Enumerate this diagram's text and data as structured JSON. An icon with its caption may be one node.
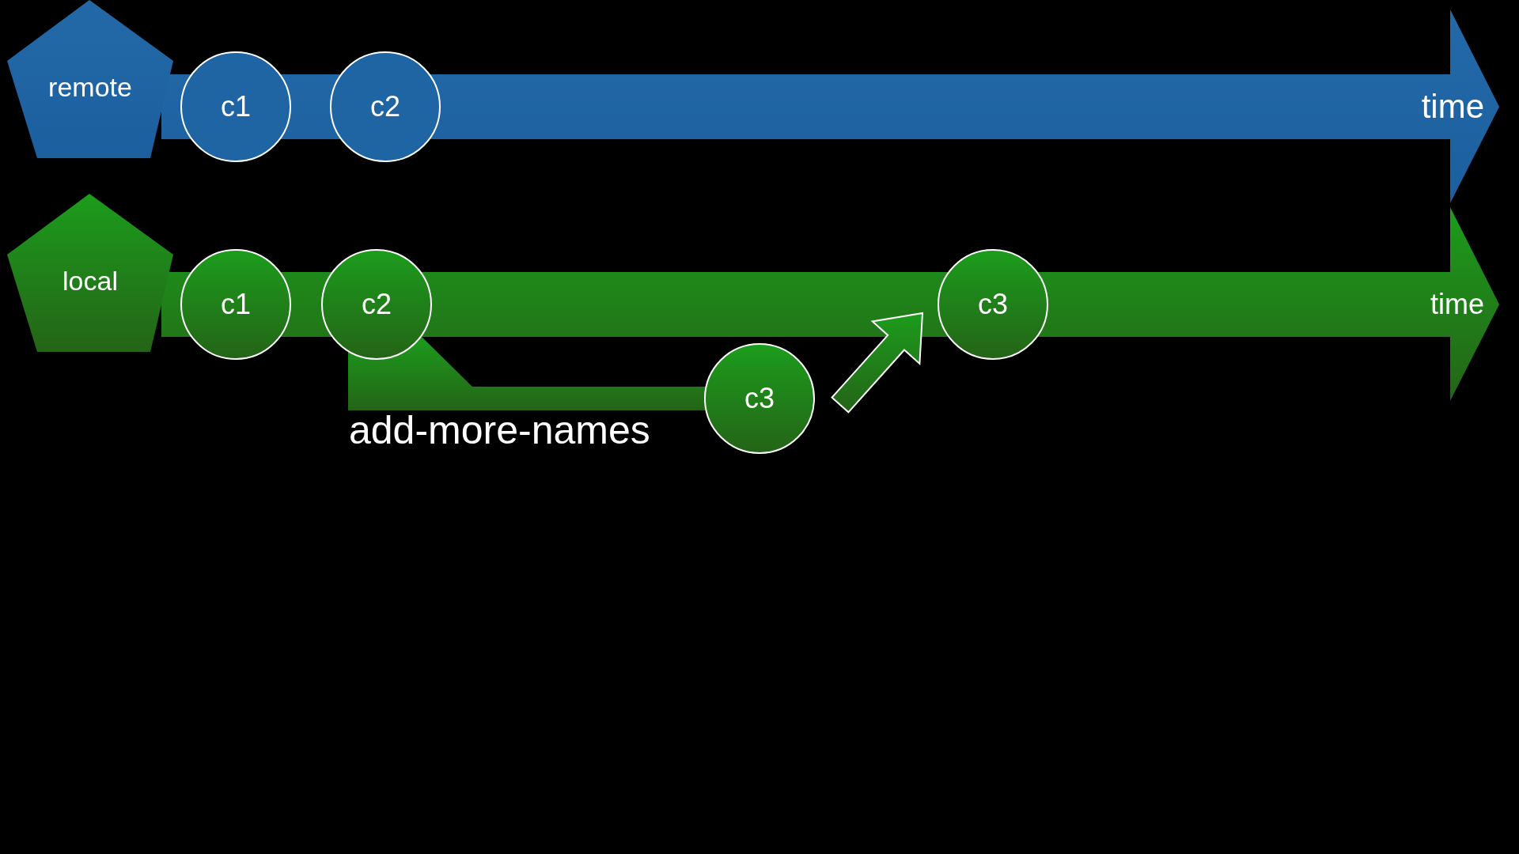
{
  "diagram": {
    "nodes": [
      {
        "text": [
          "remote"
        ]
      },
      {
        "text": [
          "c1"
        ],
        "in": 3
      },
      {
        "text": [
          "c2"
        ],
        "in": 3
      },
      {
        "text": [
          "time"
        ]
      },
      {
        "text": [
          "local"
        ]
      },
      {
        "text": [
          "c1"
        ],
        "in": 8
      },
      {
        "text": [
          "c2"
        ],
        "in": 8
      },
      {
        "text": [
          "c3"
        ],
        "in": 8
      },
      {
        "text": [
          "time"
        ]
      },
      {
        "text": [
          "c3"
        ]
      }
    ],
    "edges": [
      {
        "from": 6,
        "to": 9,
        "arrow": "none",
        "style": "thick"
      },
      {
        "from": 9,
        "to": 7,
        "arrow": "to",
        "style": "thick"
      }
    ],
    "labels": [
      "add-more-names"
    ]
  }
}
